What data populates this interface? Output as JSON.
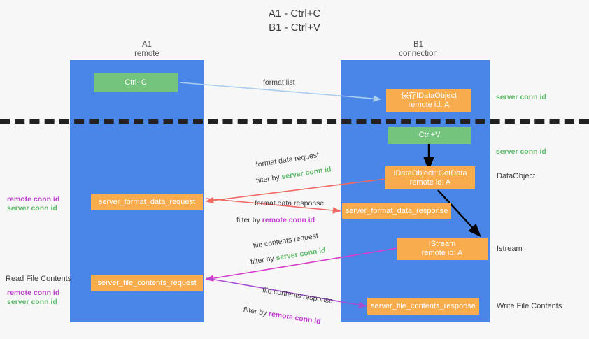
{
  "title": {
    "line1": "A1 - Ctrl+C",
    "line2": "B1 - Ctrl+V"
  },
  "columns": [
    {
      "name": "A1",
      "sub": "remote"
    },
    {
      "name": "B1",
      "sub": "connection"
    }
  ],
  "boxes": {
    "ctrl_c": "Ctrl+C",
    "save_idataobject_l1": "保存IDataObject",
    "save_idataobject_l2": "remote id: A",
    "ctrl_v": "Ctrl+V",
    "getdata_l1": "IDataObject::GetData",
    "getdata_l2": "remote id: A",
    "server_format_data_request": "server_format_data_request",
    "server_format_data_response": "server_format_data_response",
    "istream_l1": "IStream",
    "istream_l2": "remote id: A",
    "server_file_contents_request": "server_file_contents_request",
    "server_file_contents_response": "server_file_contents_response"
  },
  "edge_labels": {
    "format_list": "format list",
    "format_data_request": "format data request",
    "format_data_response": "format data response",
    "file_contents_request": "file contents request",
    "file_contents_response": "file contents response",
    "filter_by": "filter by ",
    "server_conn_id": "server conn id",
    "remote_conn_id": "remote conn id"
  },
  "right_labels": {
    "server_conn_id_top": "server conn id",
    "server_conn_id_mid": "server conn id",
    "dataobject": "DataObject",
    "istream": "Istream",
    "write_file_contents": "Write File Contents"
  },
  "left_labels": {
    "remote_conn_id_1": "remote conn id",
    "server_conn_id_1": "server conn id",
    "read_file_contents": "Read File Contents",
    "remote_conn_id_2": "remote conn id",
    "server_conn_id_2": "server conn id"
  },
  "colors": {
    "lane": "#4a86e8",
    "green_box": "#75c47d",
    "orange_box": "#f9ac4e",
    "server_conn_id": "#5fb96b",
    "remote_conn_id": "#c03fd0",
    "arrow_blue": "#a8cdee",
    "arrow_red": "#ef6a63",
    "arrow_magenta": "#d63ccb",
    "arrow_purple": "#a64ed2",
    "arrow_black": "#000000",
    "background": "#f7f7f7"
  }
}
